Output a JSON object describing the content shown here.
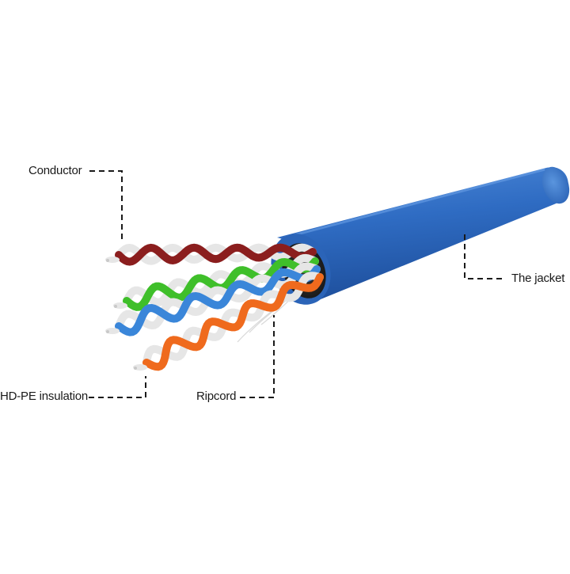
{
  "labels": {
    "conductor": "Conductor",
    "insulation": "HD-PE insulation",
    "ripcord": "Ripcord",
    "jacket": "The jacket"
  },
  "colors": {
    "jacket": "#2f6cc3",
    "jacket_dark": "#1f4f9a",
    "jacket_light": "#4a86d6",
    "pair_brown": "#8b1e1e",
    "pair_green": "#3fbf2a",
    "pair_blue": "#3a86d9",
    "pair_orange": "#ef6a1d",
    "white_wire": "#e6e6e6",
    "copper": "#c9c9c9",
    "leader": "#1a1a1a"
  }
}
